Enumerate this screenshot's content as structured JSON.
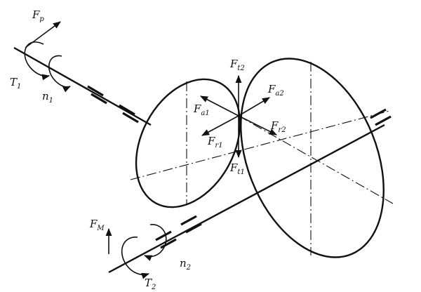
{
  "labels": {
    "fp": "F",
    "fp_sub": "p",
    "t1": "T",
    "t1_sub": "1",
    "n1": "n",
    "n1_sub": "1",
    "ft2": "F",
    "ft2_sub": "t2",
    "fa1": "F",
    "fa1_sub": "a1",
    "fa2": "F",
    "fa2_sub": "a2",
    "fr1": "F",
    "fr1_sub": "r1",
    "fr2": "F",
    "fr2_sub": "r2",
    "ft1": "F",
    "ft1_sub": "t1",
    "fm": "F",
    "fm_sub": "M",
    "n2": "n",
    "n2_sub": "2",
    "t2": "T",
    "t2_sub": "2"
  },
  "colors": {
    "ink": "#111111",
    "background": "#ffffff"
  }
}
